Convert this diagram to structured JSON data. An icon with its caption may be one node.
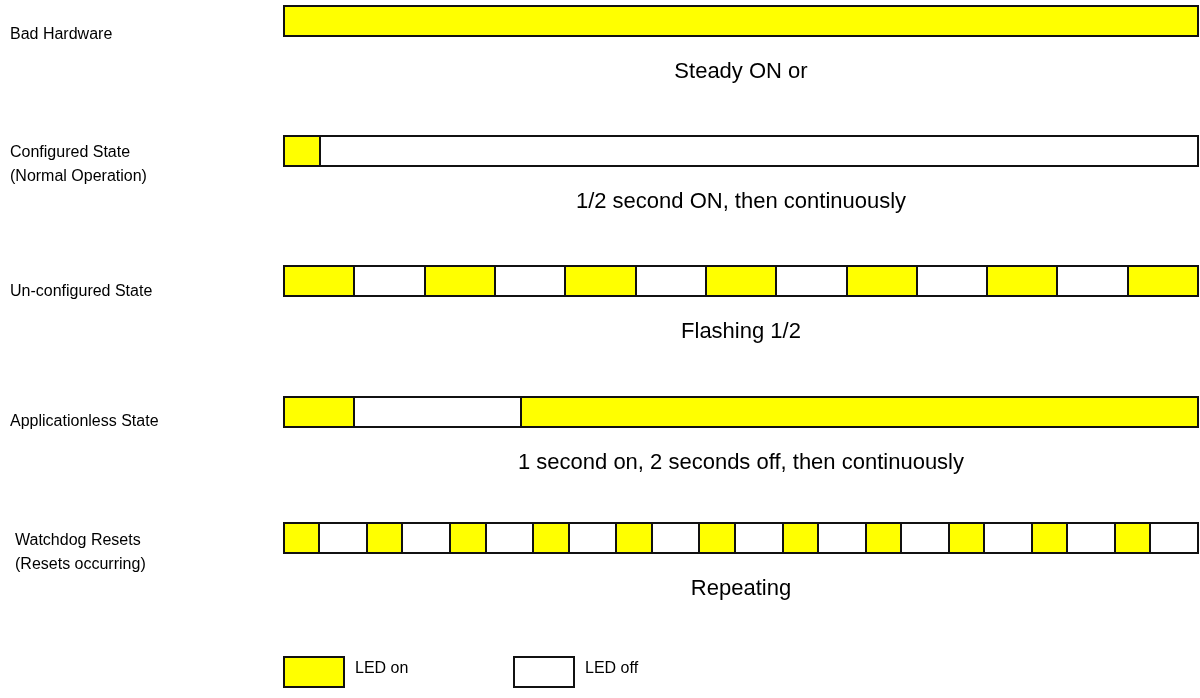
{
  "diagram": {
    "nodes": [
      {
        "text": [],
        "shape": "bar",
        "beside": [
          "Steady ON or"
        ]
      },
      {
        "text": [],
        "shape": "bar",
        "beside": [
          "1/2 second ON, then continuously"
        ]
      },
      {
        "text": [],
        "shape": "bar",
        "beside": [
          "Flashing 1/2"
        ]
      },
      {
        "text": [],
        "shape": "bar",
        "beside": [
          "1 second on, 2 seconds off, then continuously"
        ]
      },
      {
        "text": [],
        "shape": "bar",
        "beside": [
          "Repeating"
        ]
      }
    ],
    "labels": [
      "Bad Hardware",
      "Configured State (Normal Operation)",
      "Un-configured State",
      "Applicationless State",
      "Watchdog Resets (Resets occurring)"
    ],
    "legend": [
      {
        "text": "LED on",
        "color": "#ffff00"
      },
      {
        "text": "LED off",
        "color": "#ffffff"
      }
    ]
  }
}
